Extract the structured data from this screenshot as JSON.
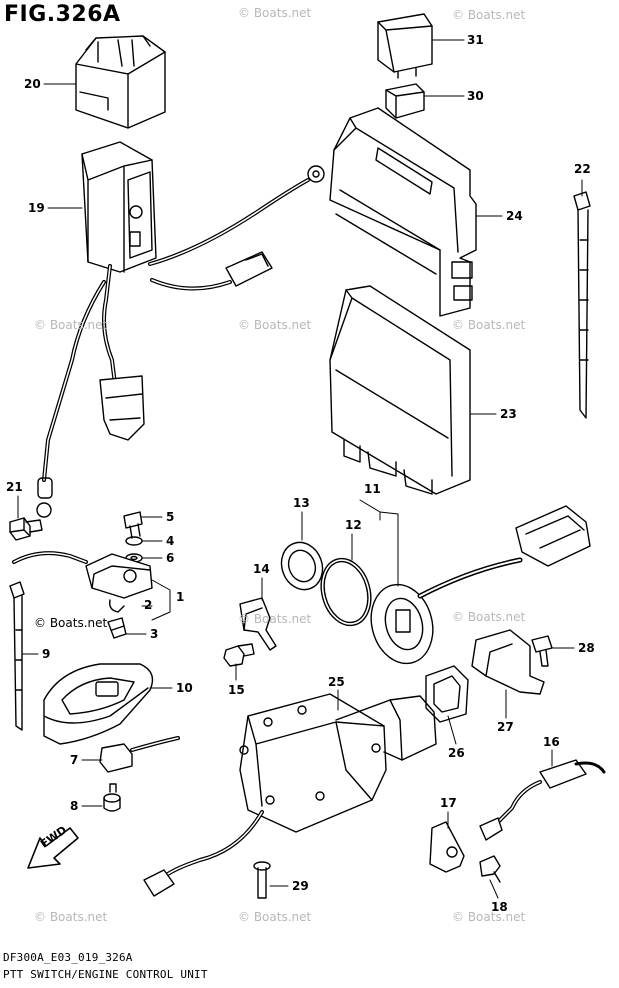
{
  "figure": {
    "title": "FIG.326A"
  },
  "watermark": "© Boats.net",
  "footer": {
    "code": "DF300A_E03_019_326A",
    "caption": "PTT SWITCH/ENGINE CONTROL UNIT"
  },
  "fwd_label": "FWD",
  "callouts": {
    "c1": "1",
    "c2": "2",
    "c3": "3",
    "c4": "4",
    "c5": "5",
    "c6": "6",
    "c7": "7",
    "c8": "8",
    "c9": "9",
    "c10": "10",
    "c11": "11",
    "c12": "12",
    "c13": "13",
    "c14": "14",
    "c15": "15",
    "c16": "16",
    "c17": "17",
    "c18": "18",
    "c19": "19",
    "c20": "20",
    "c21": "21",
    "c22": "22",
    "c23": "23",
    "c24": "24",
    "c25": "25",
    "c26": "26",
    "c27": "27",
    "c28": "28",
    "c29": "29",
    "c30": "30",
    "c31": "31"
  }
}
